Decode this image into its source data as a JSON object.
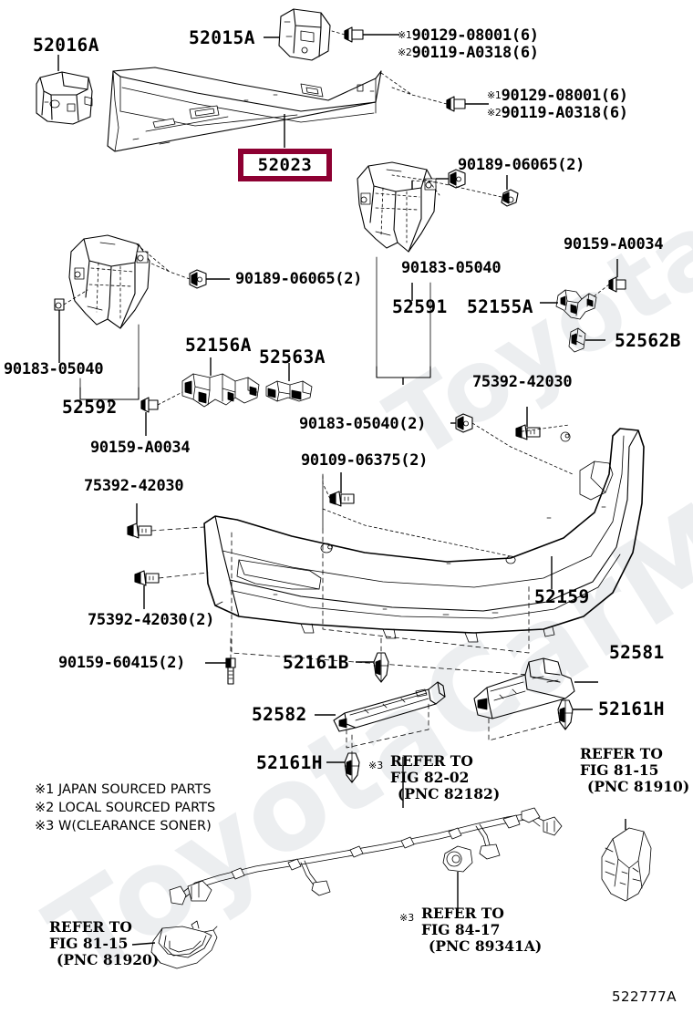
{
  "figure": {
    "code": "522777A",
    "highlight": {
      "part_number": "52023",
      "border_color": "#8d0032"
    },
    "watermark": {
      "line1": "ToyotaCarMine.ru",
      "line2": "ToyotaCarMine.ru"
    }
  },
  "labels": {
    "p52016a": "52016A",
    "p52015a": "52015A",
    "p52023": "52023",
    "p52591": "52591",
    "p52592": "52592",
    "p52155a": "52155A",
    "p52562b": "52562B",
    "p52156a": "52156A",
    "p52563a": "52563A",
    "p52159": "52159",
    "p52581": "52581",
    "p52582": "52582",
    "p52161b": "52161B",
    "p52161h_left": "52161H",
    "p52161h_right": "52161H"
  },
  "fasteners": {
    "bolt_top_j": "90129-08001(6)",
    "bolt_top_l": "90119-A0318(6)",
    "bolt_mid_j": "90129-08001(6)",
    "bolt_mid_l": "90119-A0318(6)",
    "clip_90189_right": "90189-06065(2)",
    "clip_90189_left": "90189-06065(2)",
    "nut_90183_left": "90183-05040",
    "nut_90183_right": "90183-05040",
    "nut_90183_center": "90183-05040(2)",
    "screw_90109": "90109-06375(2)",
    "bolt_90159_a0034_right": "90159-A0034",
    "bolt_90159_a0034_left": "90159-A0034",
    "screw_75392_right": "75392-42030",
    "screw_75392_left": "75392-42030",
    "screw_75392_left2": "75392-42030(2)",
    "bolt_90159_60415": "90159-60415(2)"
  },
  "marks": {
    "m1": "※1",
    "m2": "※2",
    "m3": "※3"
  },
  "notes": {
    "n1": "※1 JAPAN SOURCED PARTS",
    "n2": "※2 LOCAL SOURCED PARTS",
    "n3": "※3 W(CLEARANCE SONER)"
  },
  "refer_blocks": {
    "fig82_02": {
      "line1": "REFER TO",
      "line2": "FIG 82-02",
      "line3": "(PNC 82182)",
      "mark": "※3"
    },
    "fig81_15_right": {
      "line1": "REFER TO",
      "line2": "FIG 81-15",
      "line3": "(PNC 81910)"
    },
    "fig81_15_left": {
      "line1": "REFER TO",
      "line2": "FIG 81-15",
      "line3": "(PNC 81920)"
    },
    "fig84_17": {
      "line1": "REFER TO",
      "line2": "FIG 84-17",
      "line3": "(PNC 89341A)",
      "mark": "※3"
    }
  }
}
